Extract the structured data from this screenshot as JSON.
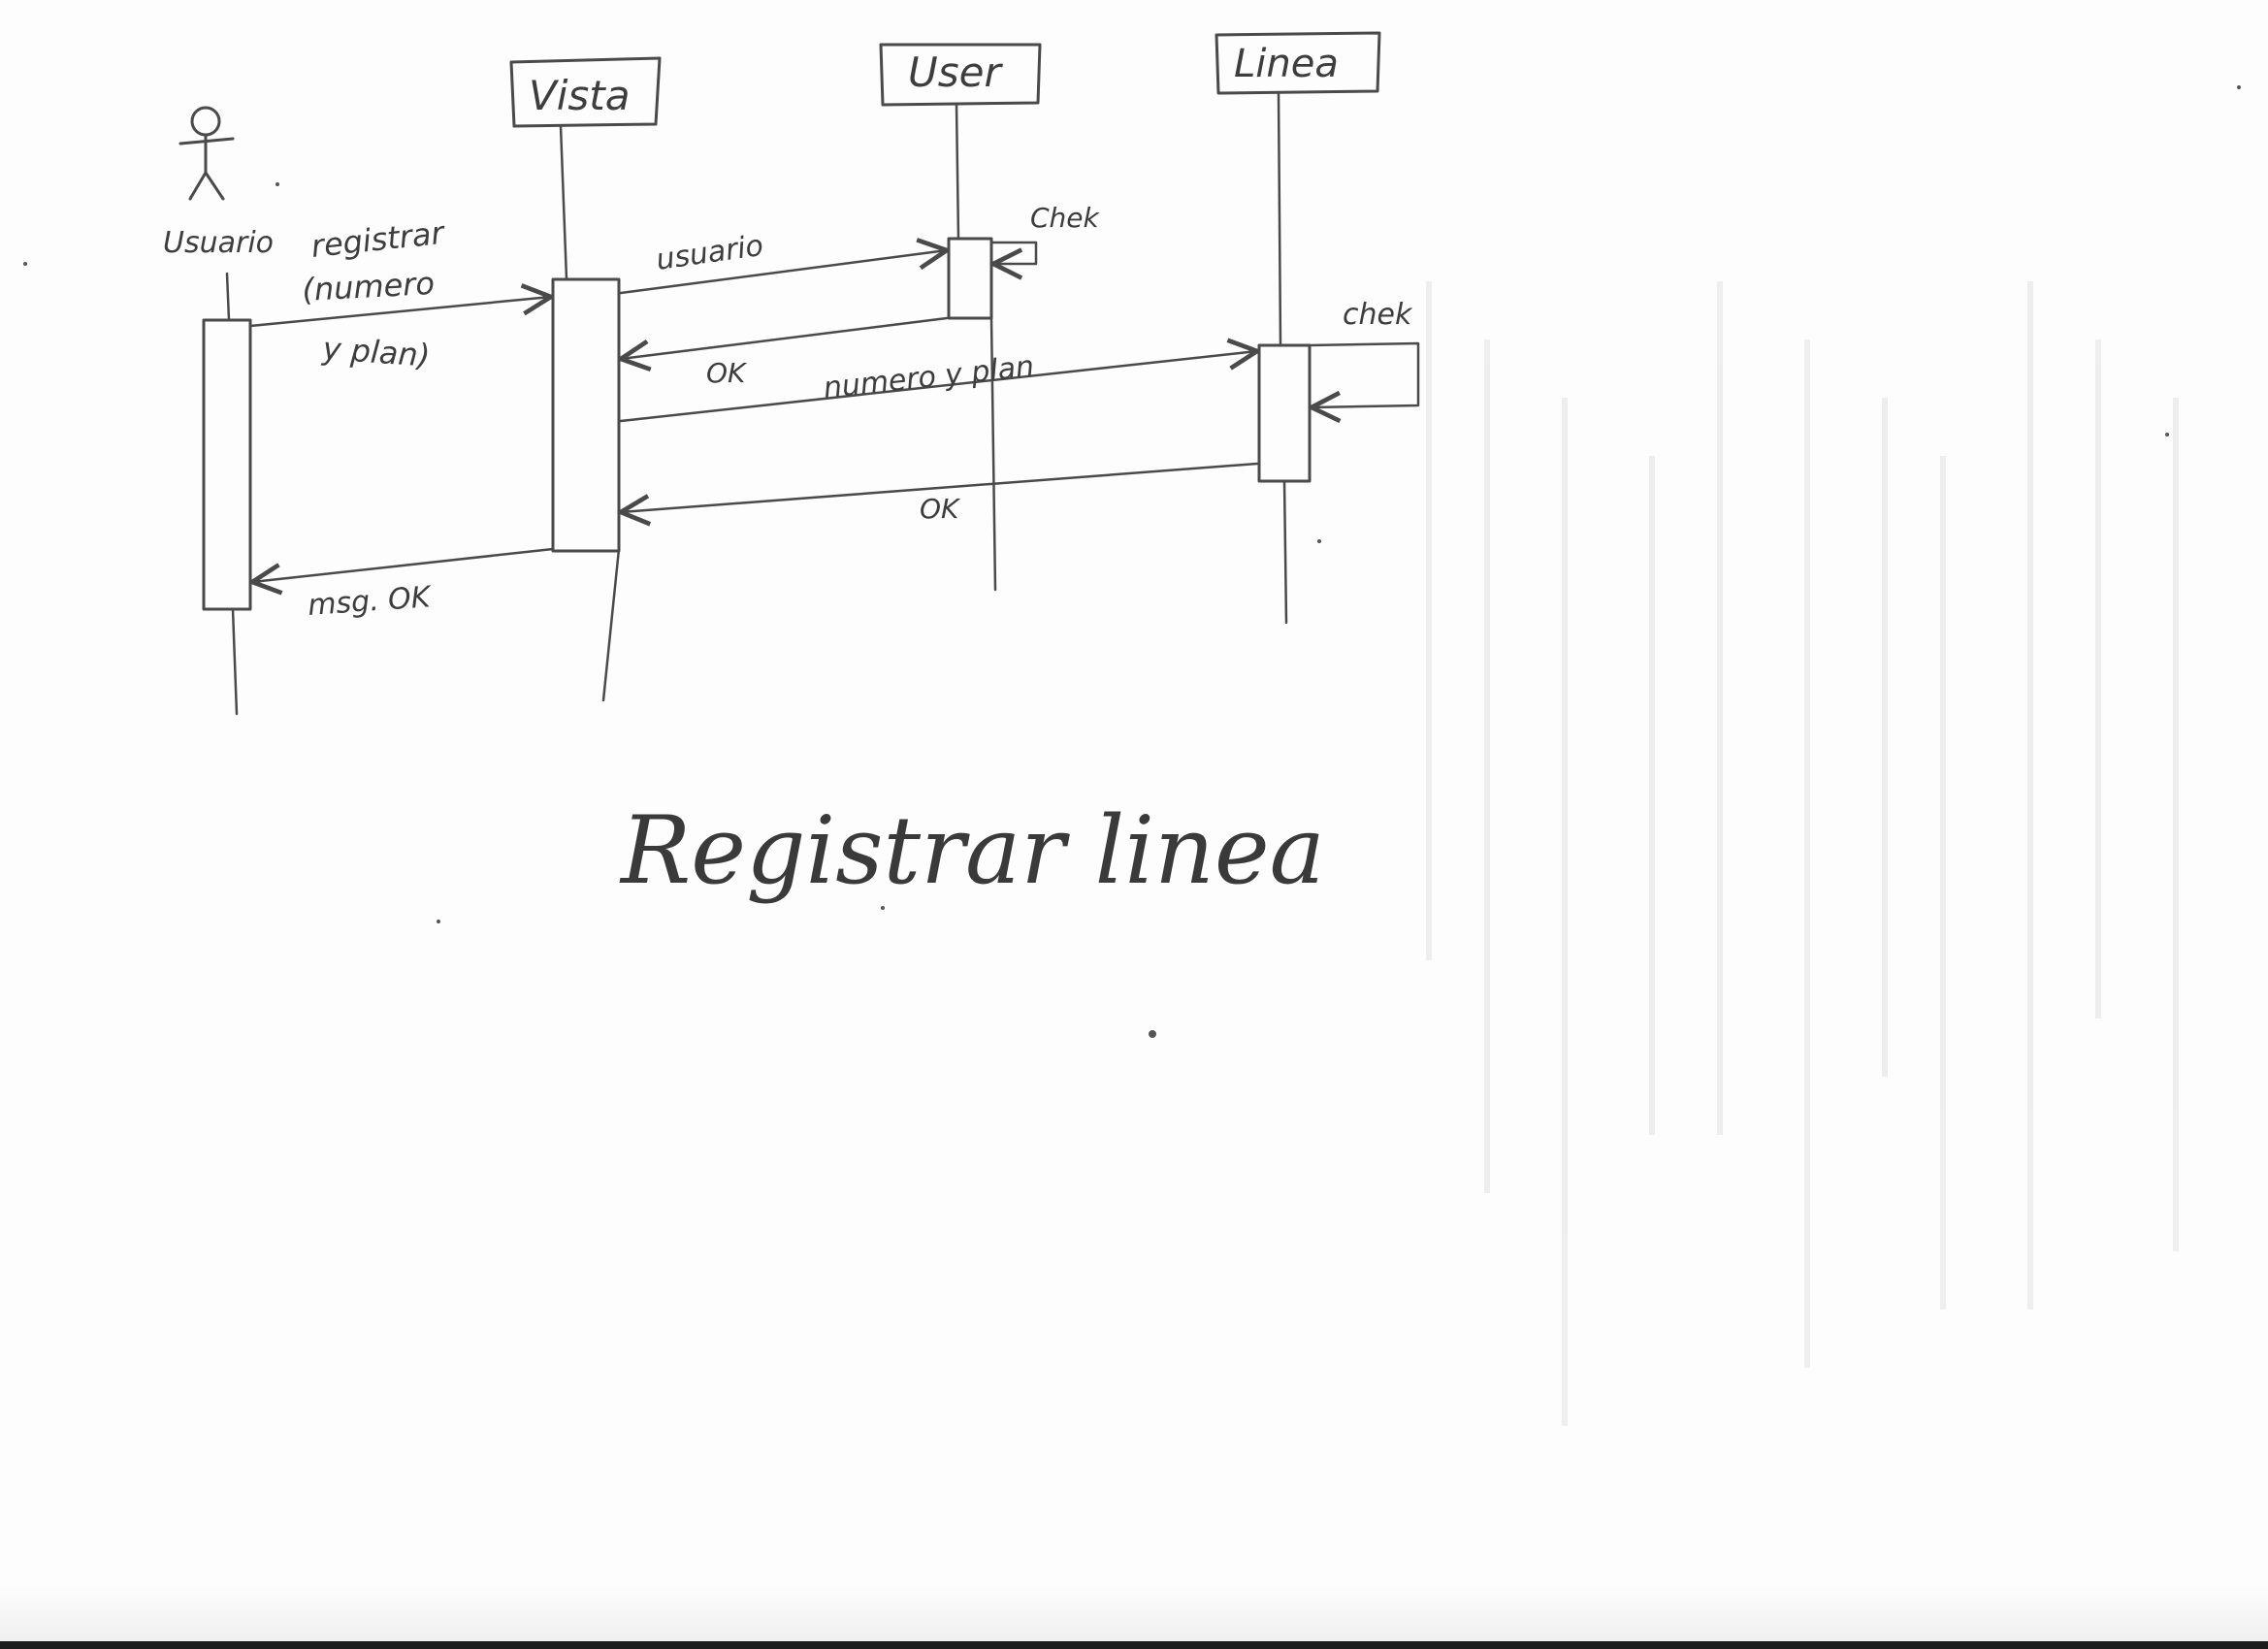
{
  "diagram": {
    "title": "Registrar linea",
    "actor": {
      "label": "Usuario"
    },
    "lifelines": [
      {
        "id": "vista",
        "label": "Vista"
      },
      {
        "id": "user",
        "label": "User"
      },
      {
        "id": "linea",
        "label": "Linea"
      }
    ],
    "messages": {
      "registrar_line1": "registrar",
      "registrar_line2": "(numero",
      "registrar_line3": "y plan)",
      "usuario": "usuario",
      "ok_user": "OK",
      "numero_plan": "numero y plan",
      "ok_linea": "OK",
      "msg_ok": "msg. OK"
    },
    "self_calls": {
      "user_check": "Chek",
      "linea_check": "chek"
    }
  }
}
